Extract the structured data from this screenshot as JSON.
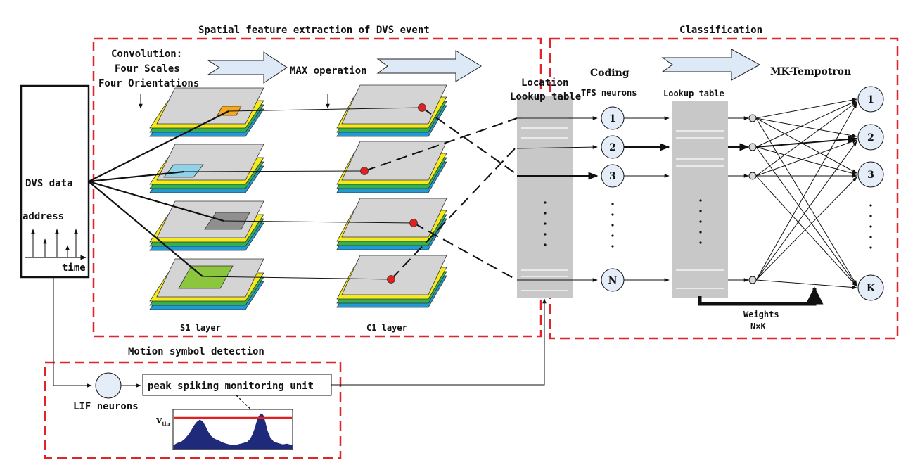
{
  "titles": {
    "spatial": "Spatial feature extraction of DVS event",
    "classification": "Classification",
    "motion": "Motion symbol detection"
  },
  "labels": {
    "convolution": "Convolution:",
    "scales": "Four Scales",
    "orientations": "Four Orientations",
    "max_op": "MAX operation",
    "dvs_data": "DVS data",
    "address": "address",
    "time": "time",
    "s1": "S1 layer",
    "c1": "C1 layer",
    "location": "Location",
    "lookup_table_1": "Lookup table",
    "coding": "Coding",
    "tfs": "TFS neurons",
    "lookup_table_2": "Lookup table",
    "mk_tempotron": "MK-Tempotron",
    "weights": "Weights",
    "nxk": "N×K",
    "lif": "LIF neurons",
    "peak_unit": "peak spiking monitoring unit",
    "vthr_main": "V",
    "vthr_sub": "thr"
  },
  "tfs_neurons": [
    "1",
    "2",
    "3",
    "N"
  ],
  "output_neurons": [
    "1",
    "2",
    "3",
    "K"
  ],
  "colors": {
    "dashed_box": "#e0242a",
    "arrow_fill": "#dde9f7",
    "layer_gray": "#d4d4d4",
    "layer_yellow": "#f6ea1a",
    "layer_green": "#36b04a",
    "layer_blue": "#1f9ad6",
    "patch_orange": "#f3a91a",
    "patch_cyan": "#8fd3ea",
    "patch_gray": "#8f8f8f",
    "patch_green": "#8cc63f",
    "red_dot": "#e32020",
    "lookup_gray": "#c8c8c8",
    "node_fill": "#e4edf8",
    "spike_fill": "#1f2a7a",
    "threshold": "#e32020"
  }
}
